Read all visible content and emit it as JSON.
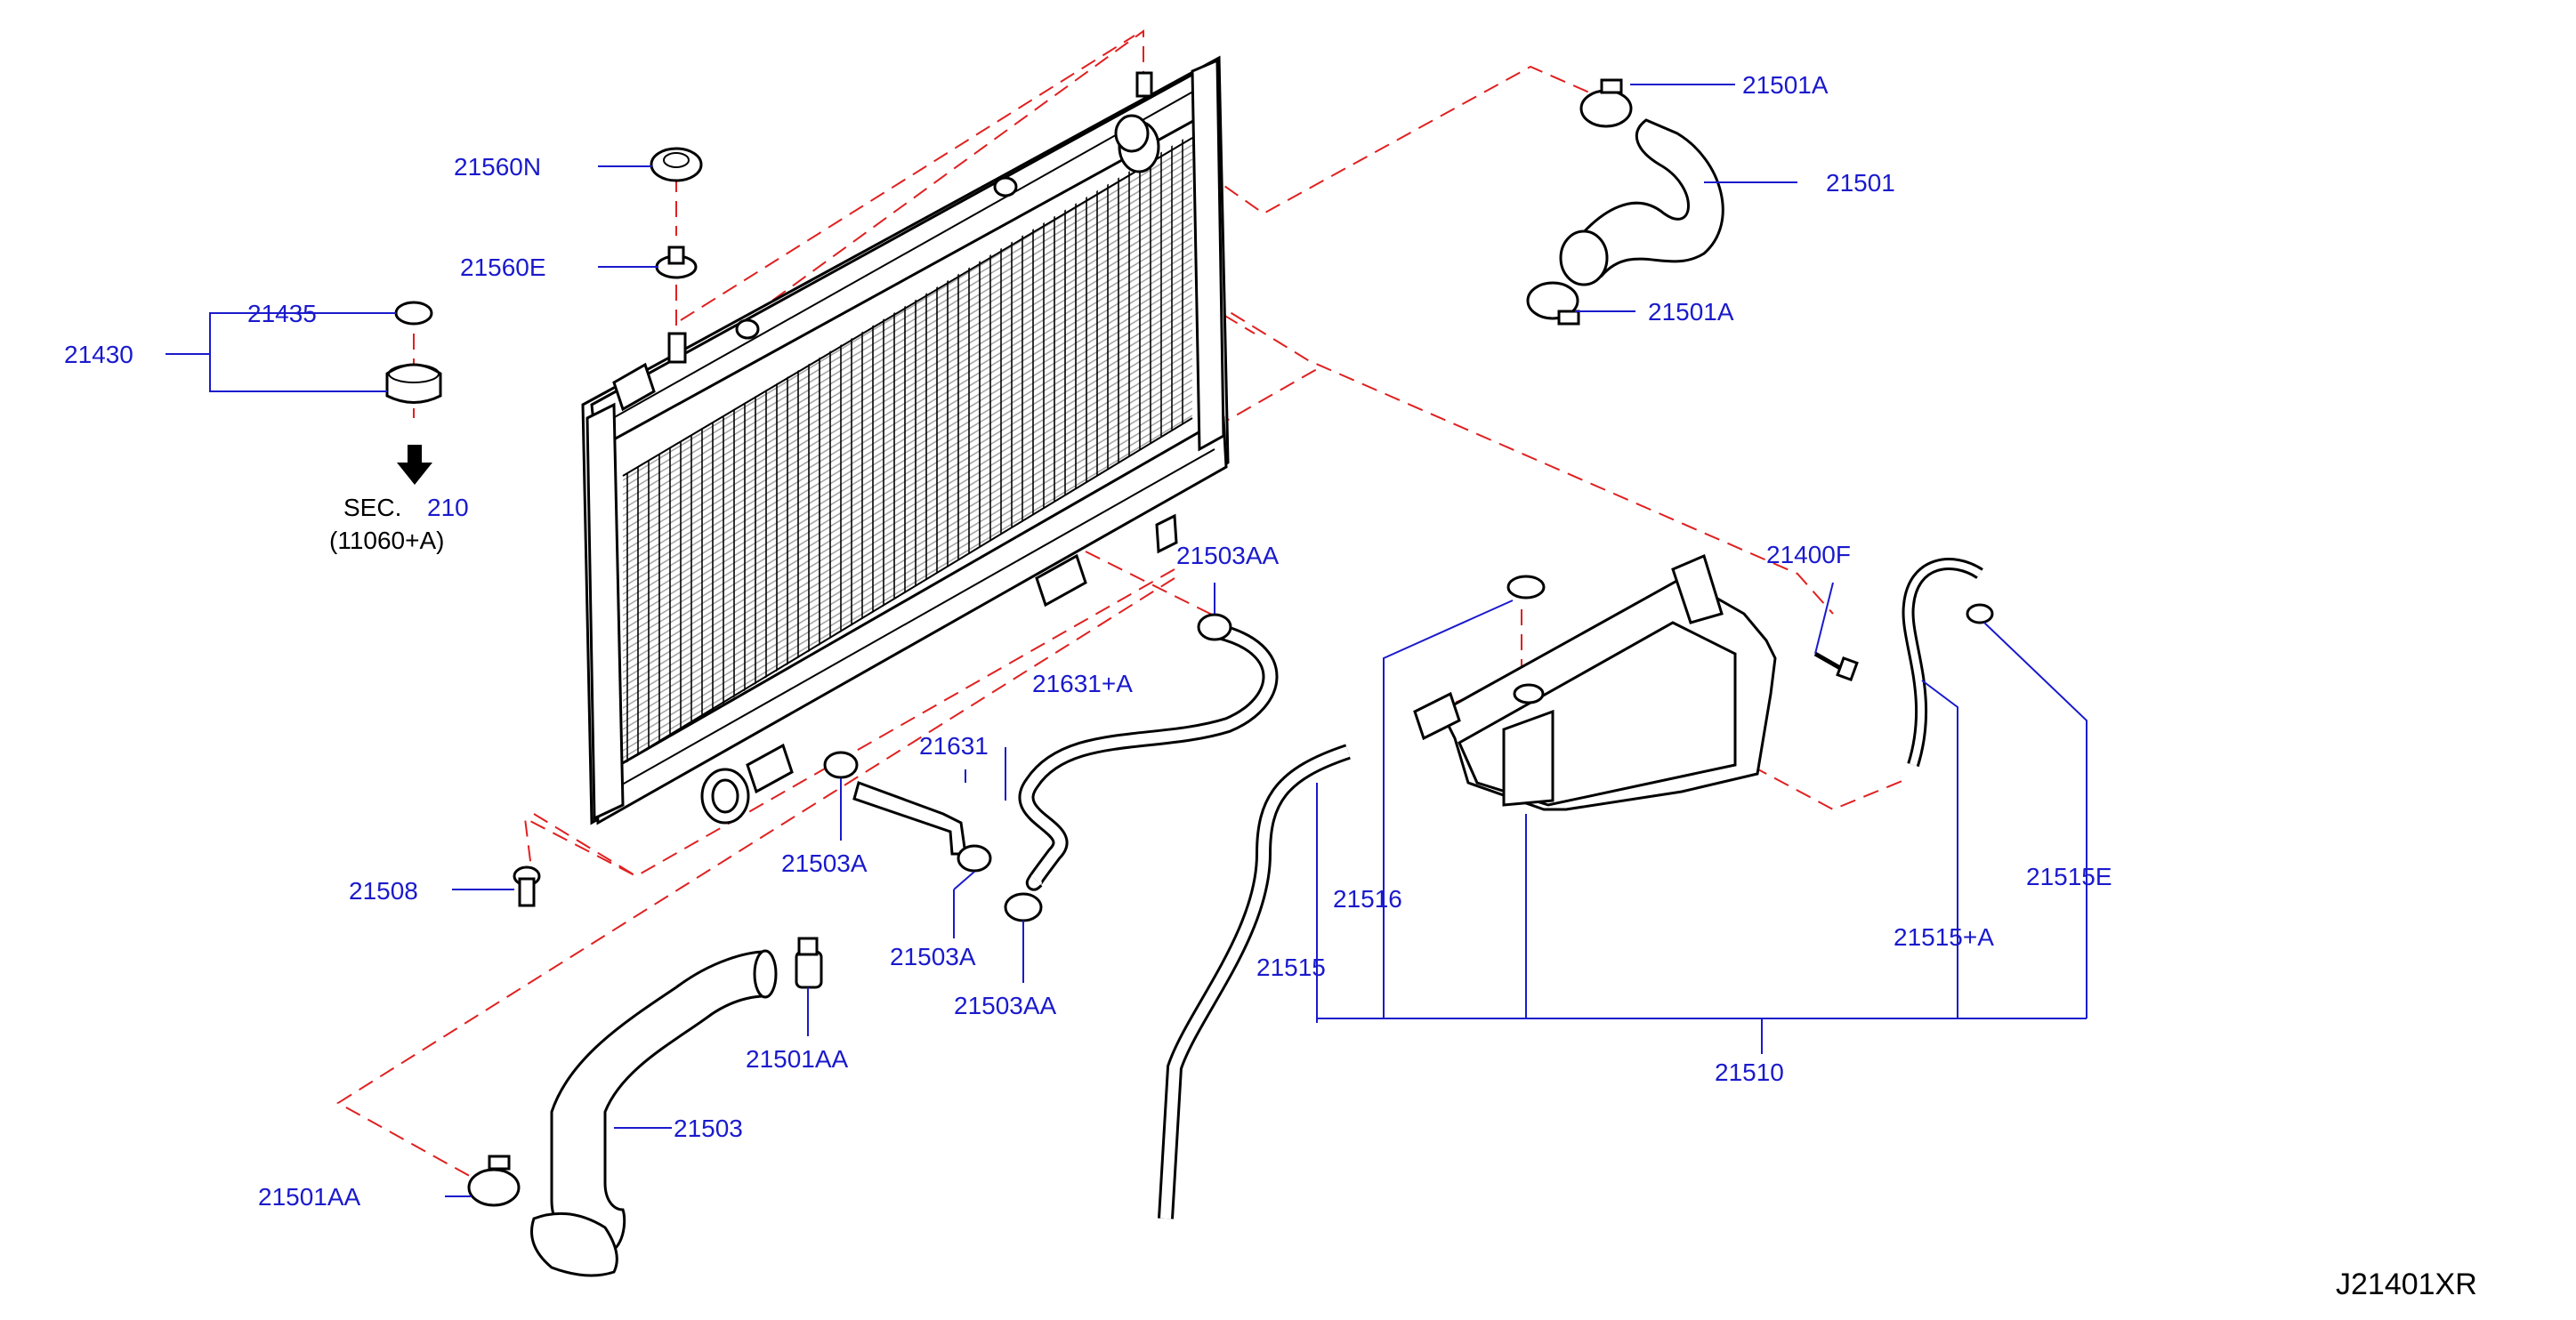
{
  "labels": {
    "p21560N": "21560N",
    "p21560E": "21560E",
    "p21435": "21435",
    "p21430": "21430",
    "sec": "SEC.",
    "sec_num": "210",
    "sec_ref": "(11060+A)",
    "p21508": "21508",
    "p21501A_top": "21501A",
    "p21501": "21501",
    "p21501A_mid": "21501A",
    "p21503AA_top": "21503AA",
    "p21631A": "21631+A",
    "p21631": "21631",
    "p21503A_left": "21503A",
    "p21503A_mid": "21503A",
    "p21503AA_bot": "21503AA",
    "p21501AA_mid": "21501AA",
    "p21503": "21503",
    "p21501AA_bot": "21501AA",
    "p21400F": "21400F",
    "p21516": "21516",
    "p21515": "21515",
    "p21515A": "21515+A",
    "p21515E": "21515E",
    "p21510": "21510",
    "diagram_code": "J21401XR"
  },
  "colors": {
    "label_blue": "#1a1acc",
    "dash_red": "#e02020",
    "line_black": "#000000"
  }
}
